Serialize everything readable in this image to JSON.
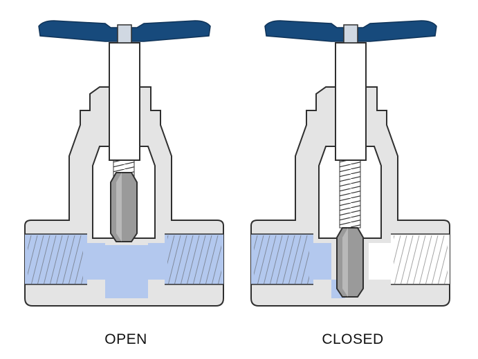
{
  "captions": {
    "open": "OPEN",
    "closed": "CLOSED"
  },
  "colors": {
    "handle": "#174a7c",
    "body": "#e4e4e4",
    "outline": "#2f2f2f",
    "fluid": "#b3c8ee",
    "stem": "#ffffff",
    "plug": "#9a9a9a",
    "background": "#ffffff"
  },
  "valves": [
    {
      "state": "open",
      "plug": "raised",
      "fluid_flows_through": true
    },
    {
      "state": "closed",
      "plug": "lowered",
      "fluid_flows_through": false
    }
  ]
}
